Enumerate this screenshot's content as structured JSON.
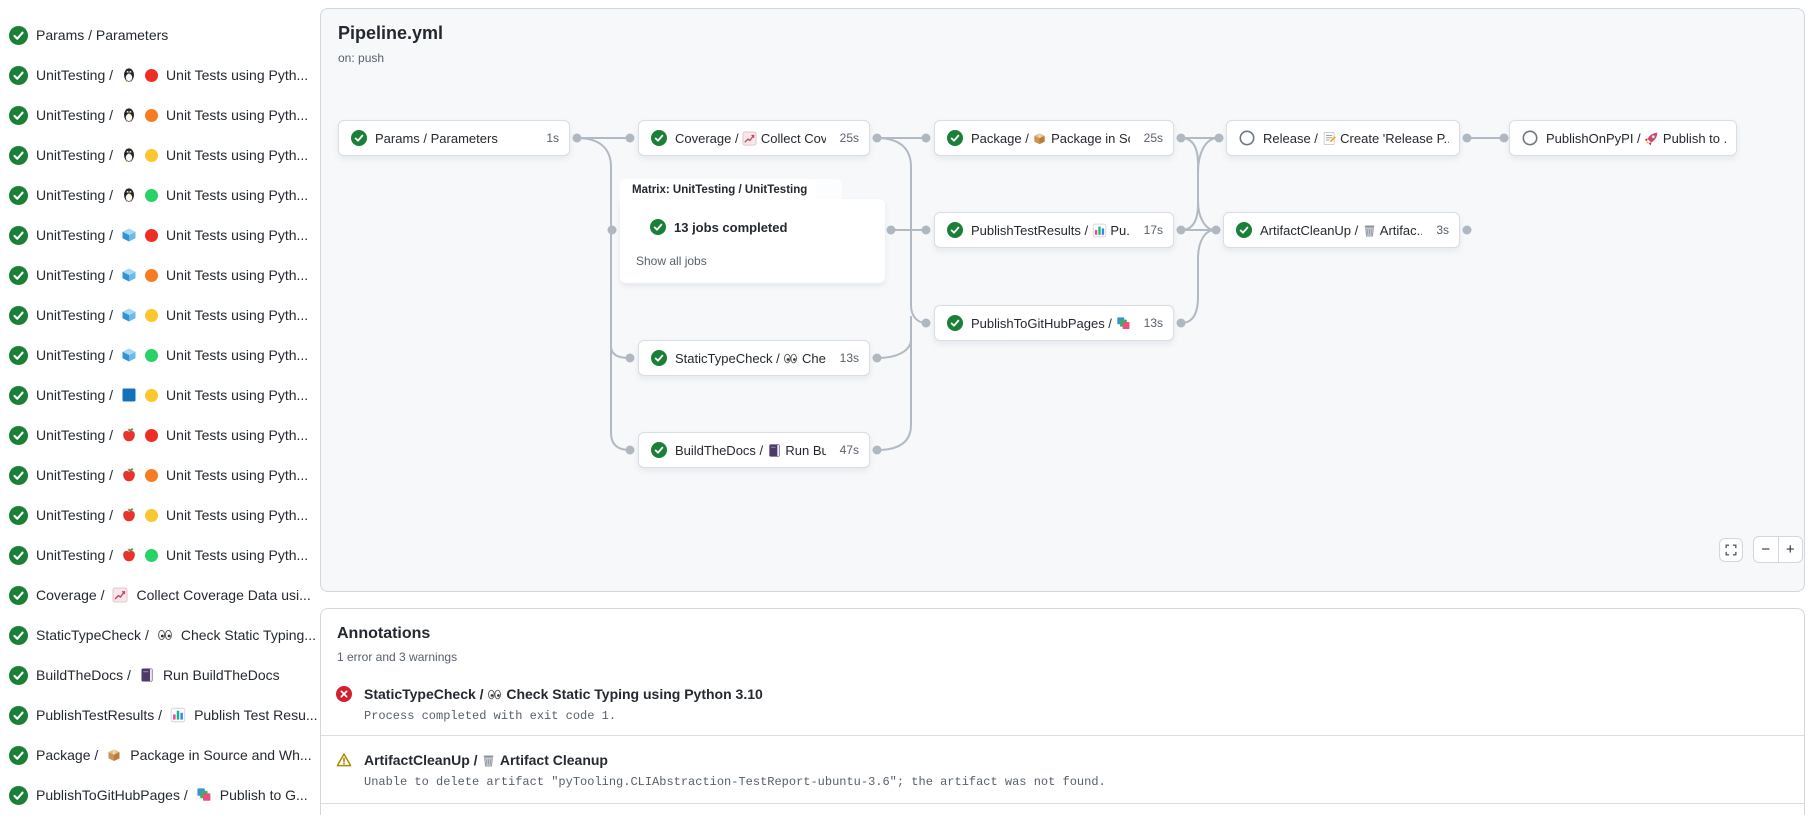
{
  "pipeline": {
    "title": "Pipeline.yml",
    "trigger": "on: push"
  },
  "colors": {
    "success": "#1a7f37",
    "error": "#cf222e",
    "warning": "#9a6700",
    "edge": "#b1bac4",
    "canvas": "#f6f8fa"
  },
  "sidebar": {
    "items": [
      {
        "label": "Params / Parameters",
        "status": "success"
      },
      {
        "prefix": "UnitTesting /",
        "os_icon": "linux",
        "python_icon": "red",
        "suffix": "Unit Tests using Pyth...",
        "status": "success"
      },
      {
        "prefix": "UnitTesting /",
        "os_icon": "linux",
        "python_icon": "orange",
        "suffix": "Unit Tests using Pyth...",
        "status": "success"
      },
      {
        "prefix": "UnitTesting /",
        "os_icon": "linux",
        "python_icon": "yellow",
        "suffix": "Unit Tests using Pyth...",
        "status": "success"
      },
      {
        "prefix": "UnitTesting /",
        "os_icon": "linux",
        "python_icon": "green",
        "suffix": "Unit Tests using Pyth...",
        "status": "success"
      },
      {
        "prefix": "UnitTesting /",
        "os_icon": "cube",
        "python_icon": "red",
        "suffix": "Unit Tests using Pyth...",
        "status": "success"
      },
      {
        "prefix": "UnitTesting /",
        "os_icon": "cube",
        "python_icon": "orange",
        "suffix": "Unit Tests using Pyth...",
        "status": "success"
      },
      {
        "prefix": "UnitTesting /",
        "os_icon": "cube",
        "python_icon": "yellow",
        "suffix": "Unit Tests using Pyth...",
        "status": "success"
      },
      {
        "prefix": "UnitTesting /",
        "os_icon": "cube",
        "python_icon": "green",
        "suffix": "Unit Tests using Pyth...",
        "status": "success"
      },
      {
        "prefix": "UnitTesting /",
        "os_icon": "windows",
        "python_icon": "yellow",
        "suffix": "Unit Tests using Pyth...",
        "status": "success"
      },
      {
        "prefix": "UnitTesting /",
        "os_icon": "apple",
        "python_icon": "red",
        "suffix": "Unit Tests using Pyth...",
        "status": "success"
      },
      {
        "prefix": "UnitTesting /",
        "os_icon": "apple",
        "python_icon": "orange",
        "suffix": "Unit Tests using Pyth...",
        "status": "success"
      },
      {
        "prefix": "UnitTesting /",
        "os_icon": "apple",
        "python_icon": "yellow",
        "suffix": "Unit Tests using Pyth...",
        "status": "success"
      },
      {
        "prefix": "UnitTesting /",
        "os_icon": "apple",
        "python_icon": "green",
        "suffix": "Unit Tests using Pyth...",
        "status": "success"
      },
      {
        "prefix": "Coverage /",
        "tool_icon": "line-chart",
        "suffix": "Collect Coverage Data usi...",
        "status": "success"
      },
      {
        "prefix": "StaticTypeCheck /",
        "tool_icon": "eyes",
        "suffix": "Check Static Typing...",
        "status": "success"
      },
      {
        "prefix": "BuildTheDocs /",
        "tool_icon": "book",
        "suffix": "Run BuildTheDocs",
        "status": "success"
      },
      {
        "prefix": "PublishTestResults /",
        "tool_icon": "bar-chart",
        "suffix": "Publish Test Resu...",
        "status": "success"
      },
      {
        "prefix": "Package /",
        "tool_icon": "package",
        "suffix": "Package in Source and Wh...",
        "status": "success"
      },
      {
        "prefix": "PublishToGitHubPages /",
        "tool_icon": "frames",
        "suffix": "Publish to G...",
        "status": "success"
      }
    ]
  },
  "graph": {
    "matrix": {
      "label": "Matrix: UnitTesting / UnitTesting",
      "summary": "13 jobs completed",
      "link": "Show all jobs"
    },
    "nodes": {
      "params": {
        "label": "Params / Parameters",
        "duration": "1s",
        "status": "success"
      },
      "coverage": {
        "prefix": "Coverage /",
        "suffix": "Collect Cove...",
        "duration": "25s",
        "status": "success"
      },
      "statictypecheck": {
        "prefix": "StaticTypeCheck /",
        "suffix": "Chec...",
        "duration": "13s",
        "status": "success"
      },
      "buildthedocs": {
        "prefix": "BuildTheDocs /",
        "suffix": "Run Buil...",
        "duration": "47s",
        "status": "success"
      },
      "package": {
        "prefix": "Package /",
        "suffix": "Package in So...",
        "duration": "25s",
        "status": "success"
      },
      "publishtestresults": {
        "prefix": "PublishTestResults /",
        "suffix": "Pu...",
        "duration": "17s",
        "status": "success"
      },
      "publishtogithubpages": {
        "prefix": "PublishToGitHubPages /",
        "suffix": "...",
        "duration": "13s",
        "status": "success"
      },
      "release": {
        "prefix": "Release /",
        "suffix": "Create 'Release P...",
        "status": "skipped"
      },
      "artifactcleanup": {
        "prefix": "ArtifactCleanUp /",
        "suffix": "Artifac...",
        "duration": "3s",
        "status": "success"
      },
      "publishonpypi": {
        "prefix": "PublishOnPyPI /",
        "suffix": "Publish to ...",
        "status": "skipped"
      }
    },
    "controls": {
      "zoom_out": "−",
      "zoom_in": "+"
    }
  },
  "annotations": {
    "heading": "Annotations",
    "summary": "1 error and 3 warnings",
    "items": [
      {
        "severity": "error",
        "job": "StaticTypeCheck /",
        "title": "Check Static Typing using Python 3.10",
        "message": "Process completed with exit code 1."
      },
      {
        "severity": "warning",
        "job": "ArtifactCleanUp /",
        "title": "Artifact Cleanup",
        "message": "Unable to delete artifact \"pyTooling.CLIAbstraction-TestReport-ubuntu-3.6\"; the artifact was not found."
      }
    ]
  }
}
